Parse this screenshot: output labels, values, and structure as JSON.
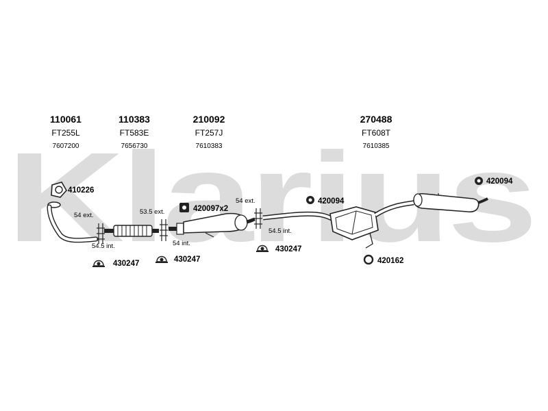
{
  "watermark": {
    "text": "Klarius",
    "color": "#dcdcdc"
  },
  "sections": [
    {
      "part_number": "110061",
      "code": "FT255L",
      "oem": "7607200"
    },
    {
      "part_number": "110383",
      "code": "FT583E",
      "oem": "7656730"
    },
    {
      "part_number": "210092",
      "code": "FT257J",
      "oem": "7610383"
    },
    {
      "part_number": "270488",
      "code": "FT608T",
      "oem": "7610385"
    }
  ],
  "fittings": {
    "gasket_front": "410226",
    "clamp_a": "430247",
    "clamp_b": "430247",
    "mount_pair": "420097x2",
    "clamp_c": "430247",
    "mount_mid": "420094",
    "mount_rear": "420094",
    "ring": "420162"
  },
  "joints": {
    "j1_ext": "54 ext.",
    "j1_int": "54.5 int.",
    "j2_ext": "53.5 ext.",
    "j2_int": "54 int.",
    "j3_ext": "54 ext.",
    "j3_int": "54.5 int."
  }
}
